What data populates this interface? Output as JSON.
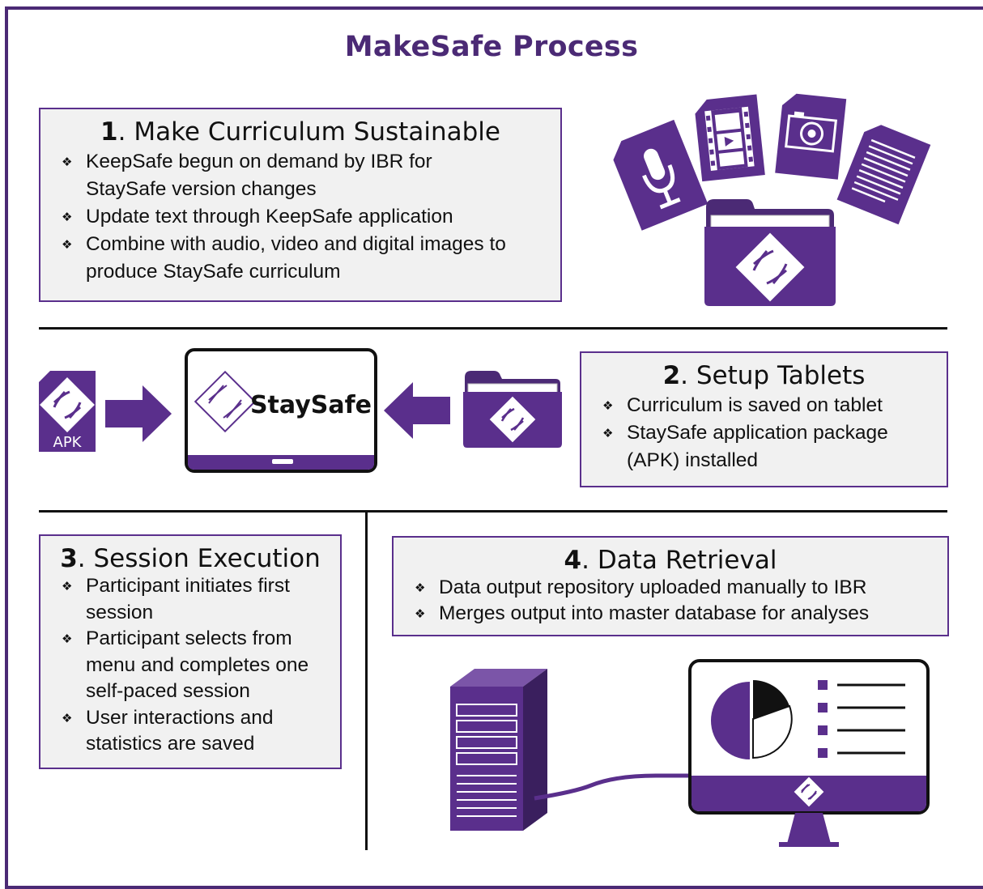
{
  "title": "MakeSafe Process",
  "colors": {
    "primary": "#5a2f8c",
    "dark": "#4b2a75",
    "box_bg": "#f1f1f1"
  },
  "steps": [
    {
      "num": "1",
      "heading": ". Make Curriculum Sustainable",
      "bullets": [
        "KeepSafe begun on demand by IBR for StaySafe version changes",
        "Update text through KeepSafe application",
        "Combine with audio, video and digital images to produce StaySafe curriculum"
      ]
    },
    {
      "num": "2",
      "heading": ". Setup Tablets",
      "bullets": [
        "Curriculum is saved on tablet",
        "StaySafe application package (APK) installed"
      ]
    },
    {
      "num": "3",
      "heading": ". Session Execution",
      "bullets": [
        "Participant initiates first session",
        "Participant selects from menu and completes one self-paced session",
        "User interactions and statistics are saved"
      ]
    },
    {
      "num": "4",
      "heading": ". Data Retrieval",
      "bullets": [
        "Data output repository uploaded manually to IBR",
        "Merges output into master database for analyses"
      ]
    }
  ],
  "icons": {
    "media": [
      "microphone-file-icon",
      "video-file-icon",
      "camera-file-icon",
      "document-file-icon"
    ],
    "folder": "folder-icon",
    "apk": "apk-file-icon",
    "tablet": "tablet-icon",
    "server": "server-icon",
    "monitor": "monitor-icon"
  },
  "apk_label": "APK",
  "tablet_label": "StaySafe"
}
